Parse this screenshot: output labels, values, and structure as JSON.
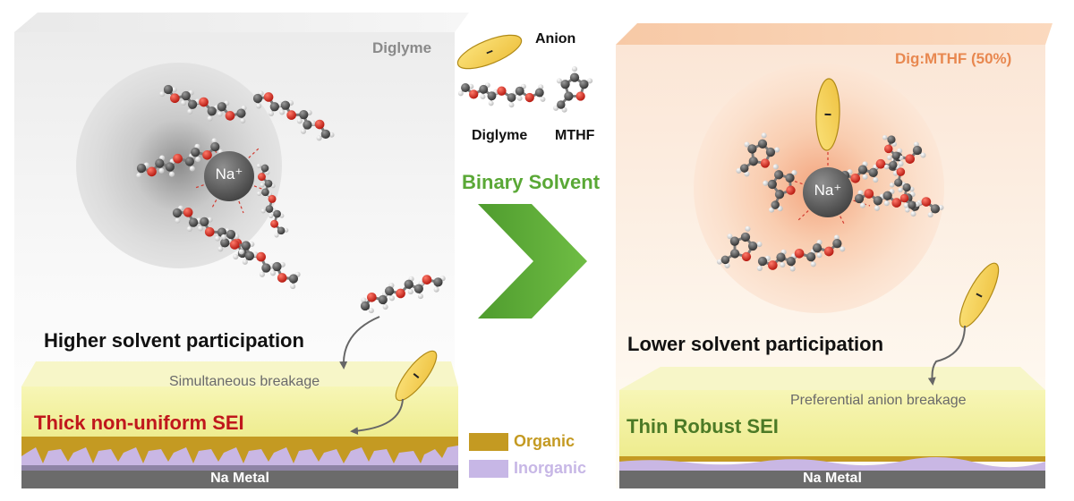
{
  "left_panel": {
    "solvent_label": "Diglyme",
    "ion_label": "Na⁺",
    "participation_label": "Higher solvent participation",
    "breakage_label": "Simultaneous breakage",
    "sei_label": "Thick non-uniform SEI",
    "metal_label": "Na Metal"
  },
  "middle": {
    "anion_label": "Anion",
    "diglyme_label": "Diglyme",
    "mthf_label": "MTHF",
    "transition_label": "Binary Solvent",
    "legend": [
      {
        "label": "Organic",
        "color": "#c49a22"
      },
      {
        "label": "Inorganic",
        "color": "#c7b7e6"
      }
    ]
  },
  "right_panel": {
    "solvent_label": "Dig:MTHF (50%)",
    "ion_label": "Na⁺",
    "participation_label": "Lower solvent participation",
    "breakage_label": "Preferential anion breakage",
    "sei_label": "Thin Robust SEI",
    "metal_label": "Na Metal"
  },
  "colors": {
    "oxygen": "#d0281e",
    "carbon": "#4d4d4d",
    "hydrogen": "#e6e6e6",
    "anion": "#f3cf4f",
    "arrow_green": "#5fae3a",
    "sei_yellow": "#f3f2a0",
    "sei_left_text": "#c0171c",
    "sei_right_text": "#4c7a26",
    "right_label": "#e88850",
    "metal": "#666666"
  }
}
